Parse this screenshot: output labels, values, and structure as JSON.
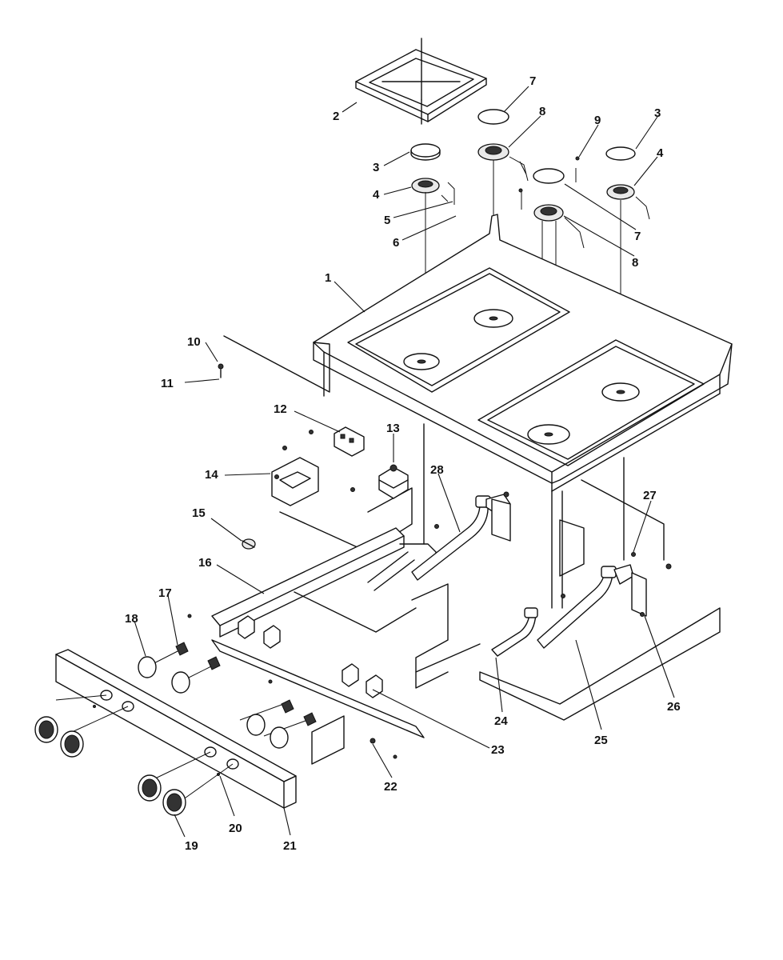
{
  "callouts": [
    {
      "id": "1",
      "label": "1"
    },
    {
      "id": "2",
      "label": "2"
    },
    {
      "id": "3a",
      "label": "3"
    },
    {
      "id": "3b",
      "label": "3"
    },
    {
      "id": "4a",
      "label": "4"
    },
    {
      "id": "4b",
      "label": "4"
    },
    {
      "id": "5",
      "label": "5"
    },
    {
      "id": "6",
      "label": "6"
    },
    {
      "id": "7a",
      "label": "7"
    },
    {
      "id": "7b",
      "label": "7"
    },
    {
      "id": "8a",
      "label": "8"
    },
    {
      "id": "8b",
      "label": "8"
    },
    {
      "id": "9",
      "label": "9"
    },
    {
      "id": "10",
      "label": "10"
    },
    {
      "id": "11",
      "label": "11"
    },
    {
      "id": "12",
      "label": "12"
    },
    {
      "id": "13",
      "label": "13"
    },
    {
      "id": "14",
      "label": "14"
    },
    {
      "id": "15",
      "label": "15"
    },
    {
      "id": "16",
      "label": "16"
    },
    {
      "id": "17",
      "label": "17"
    },
    {
      "id": "18",
      "label": "18"
    },
    {
      "id": "19",
      "label": "19"
    },
    {
      "id": "20",
      "label": "20"
    },
    {
      "id": "21",
      "label": "21"
    },
    {
      "id": "22",
      "label": "22"
    },
    {
      "id": "23",
      "label": "23"
    },
    {
      "id": "24",
      "label": "24"
    },
    {
      "id": "25",
      "label": "25"
    },
    {
      "id": "26",
      "label": "26"
    },
    {
      "id": "27",
      "label": "27"
    },
    {
      "id": "28",
      "label": "28"
    }
  ]
}
